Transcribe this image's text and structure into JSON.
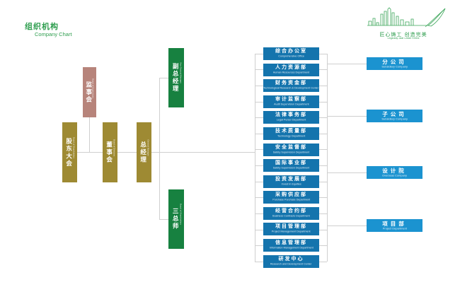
{
  "title": {
    "zh": "组织机构",
    "en": "Company Chart"
  },
  "logo": {
    "slogan_zh": "匠心铸工 创造完美",
    "slogan_en": "Originality Jade   Create Perfect"
  },
  "governance": {
    "shareholders": {
      "zh": "股东大会",
      "en": "Board of Shareholders"
    },
    "supervisors": {
      "zh": "监事会",
      "en": "Board of Supervisors"
    },
    "directors": {
      "zh": "董事会",
      "en": "Board of Directors"
    },
    "general_manager": {
      "zh": "总经理",
      "en": "General Manager"
    },
    "vice_general_manager": {
      "zh": "副总经理",
      "en": "Vice General Manager"
    },
    "three_chiefs": {
      "zh": "三总师",
      "en": "Board of Shareholders"
    }
  },
  "departments": [
    {
      "zh": "综合办公室",
      "en": "Comprehensive Office"
    },
    {
      "zh": "人力资源部",
      "en": "Human Resources Department"
    },
    {
      "zh": "财务资金部",
      "en": "Technological Research & Development Center"
    },
    {
      "zh": "审计监察部",
      "en": "Audit Supervision Department"
    },
    {
      "zh": "法律事务部",
      "en": "Legal Purser Department"
    },
    {
      "zh": "技术质量部",
      "en": "Technology Department"
    },
    {
      "zh": "安全监督部",
      "en": "Safety Supervision Department"
    },
    {
      "zh": "国际事业部",
      "en": "Safety Supervision Department"
    },
    {
      "zh": "投资发展部",
      "en": "Invest in Equities"
    },
    {
      "zh": "采购供应部",
      "en": "Purchase Purchase Department"
    },
    {
      "zh": "经营合约部",
      "en": "Business Contracts Department"
    },
    {
      "zh": "项目管理部",
      "en": "Project Management Department"
    },
    {
      "zh": "信息管理部",
      "en": "Information Management Department"
    },
    {
      "zh": "研发中心",
      "en": "Research and Development Center"
    }
  ],
  "branches": [
    {
      "zh": "分公司",
      "en": "Subsidiary Company"
    },
    {
      "zh": "子公司",
      "en": "Subsidiary Company"
    },
    {
      "zh": "设计院",
      "en": "Overseas Company"
    },
    {
      "zh": "项目部",
      "en": "Project Department"
    }
  ],
  "colors": {
    "dept_blue": "#1474ad",
    "branch_blue": "#1b93d0",
    "olive": "#9e8a33",
    "rose": "#b7847b",
    "green": "#178140",
    "title_green": "#2f9e4f",
    "line_gray": "#cfcfcf"
  }
}
